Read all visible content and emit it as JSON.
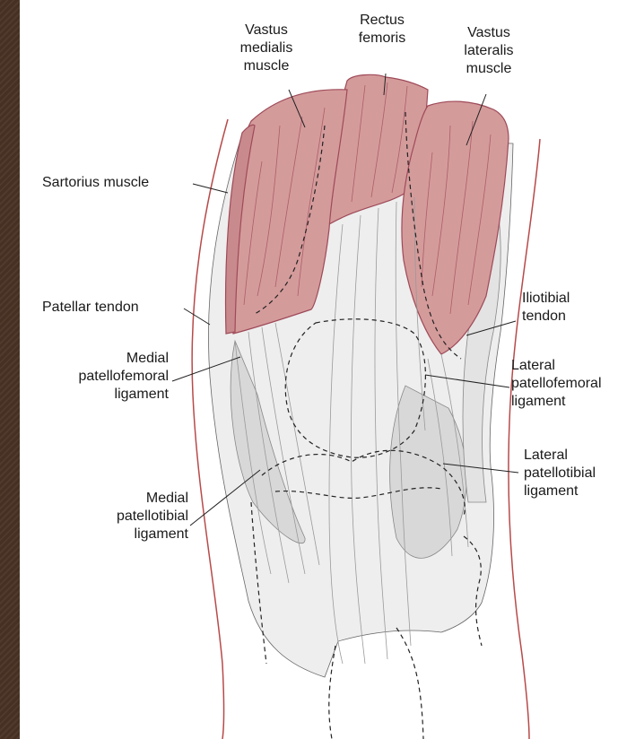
{
  "diagram": {
    "labels": {
      "vastus_medialis": [
        "Vastus",
        "medialis",
        "muscle"
      ],
      "rectus_femoris": [
        "Rectus",
        "femoris"
      ],
      "vastus_lateralis": [
        "Vastus",
        "lateralis",
        "muscle"
      ],
      "sartorius": [
        "Sartorius muscle"
      ],
      "patellar_tendon": [
        "Patellar tendon"
      ],
      "iliotibial_tendon": [
        "Iliotibial",
        "tendon"
      ],
      "medial_patellofemoral": [
        "Medial",
        "patellofemoral",
        "ligament"
      ],
      "lateral_patellofemoral": [
        "Lateral",
        "patellofemoral",
        "ligament"
      ],
      "medial_patellotibial": [
        "Medial",
        "patellotibial",
        "ligament"
      ],
      "lateral_patellotibial": [
        "Lateral",
        "patellotibial",
        "ligament"
      ]
    },
    "colors": {
      "muscle_fill": "#d49b9b",
      "muscle_stroke": "#9e4a58",
      "tissue_fill": "#eeeeee",
      "shade_fill": "#d8d8d8",
      "skin_stroke": "#b84a4a",
      "line_color": "#222222",
      "fiber_color": "#9a9a9a"
    }
  }
}
